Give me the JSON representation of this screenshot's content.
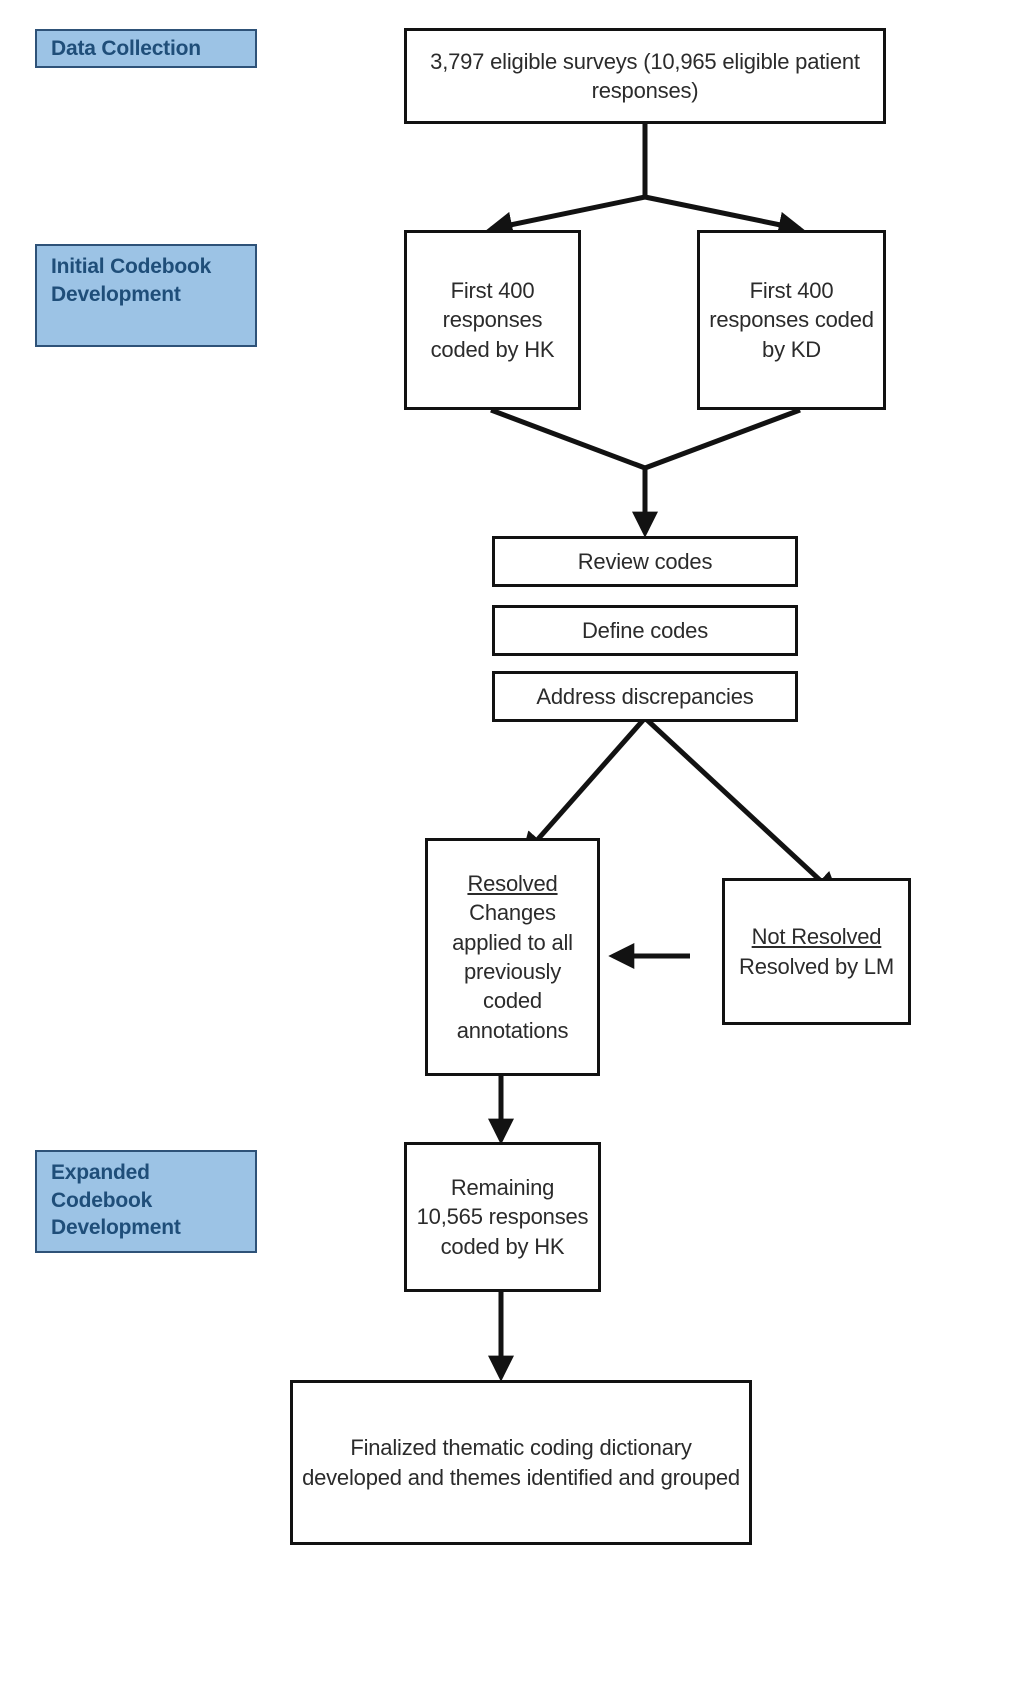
{
  "diagram": {
    "title": "Qualitative coding process flowchart",
    "colors": {
      "stage_label_fill": "#9CC3E5",
      "stage_label_border": "#2E5278",
      "stage_label_text": "#1F4E79",
      "node_border": "#121212",
      "node_fill": "#FFFFFF",
      "node_text": "#2B2B2B",
      "background": "#FFFFFF"
    },
    "stage_labels": [
      {
        "id": "data-collection",
        "text": "Data Collection"
      },
      {
        "id": "initial-codebook",
        "text": "Initial Codebook Development"
      },
      {
        "id": "expanded-codebook",
        "text": "Expanded Codebook Development"
      }
    ],
    "nodes": [
      {
        "id": "eligible-surveys",
        "text": "3,797 eligible surveys (10,965 eligible patient responses)"
      },
      {
        "id": "first-400-hk",
        "text": "First 400 responses coded by HK"
      },
      {
        "id": "first-400-kd",
        "text": "First 400 responses coded by KD"
      },
      {
        "id": "review-codes",
        "text": "Review codes"
      },
      {
        "id": "define-codes",
        "text": "Define codes"
      },
      {
        "id": "address-discrepancies",
        "text": "Address discrepancies"
      },
      {
        "id": "resolved",
        "heading": "Resolved",
        "text": "Changes applied to all previously coded annotations"
      },
      {
        "id": "not-resolved",
        "heading": "Not Resolved",
        "text": "Resolved by LM"
      },
      {
        "id": "remaining-responses",
        "text": "Remaining 10,565 responses coded by HK"
      },
      {
        "id": "finalized-dictionary",
        "text": "Finalized thematic coding dictionary developed and themes identified and grouped"
      }
    ],
    "connectors": [
      {
        "id": "surveys-to-hk",
        "from": "eligible-surveys",
        "to": "first-400-hk",
        "style": "elbow-arrow"
      },
      {
        "id": "surveys-to-kd",
        "from": "eligible-surveys",
        "to": "first-400-kd",
        "style": "elbow-arrow"
      },
      {
        "id": "hk-to-review",
        "from": "first-400-hk",
        "to": "review-codes",
        "style": "elbow-arrow"
      },
      {
        "id": "kd-to-review",
        "from": "first-400-kd",
        "to": "review-codes",
        "style": "elbow-arrow"
      },
      {
        "id": "discrepancies-to-resolved",
        "from": "address-discrepancies",
        "to": "resolved",
        "style": "diagonal-arrow"
      },
      {
        "id": "discrepancies-to-not-resolved",
        "from": "address-discrepancies",
        "to": "not-resolved",
        "style": "diagonal-arrow"
      },
      {
        "id": "not-resolved-to-resolved",
        "from": "not-resolved",
        "to": "resolved",
        "style": "horizontal-arrow"
      },
      {
        "id": "resolved-to-remaining",
        "from": "resolved",
        "to": "remaining-responses",
        "style": "vertical-arrow"
      },
      {
        "id": "remaining-to-finalized",
        "from": "remaining-responses",
        "to": "finalized-dictionary",
        "style": "vertical-arrow"
      }
    ]
  }
}
